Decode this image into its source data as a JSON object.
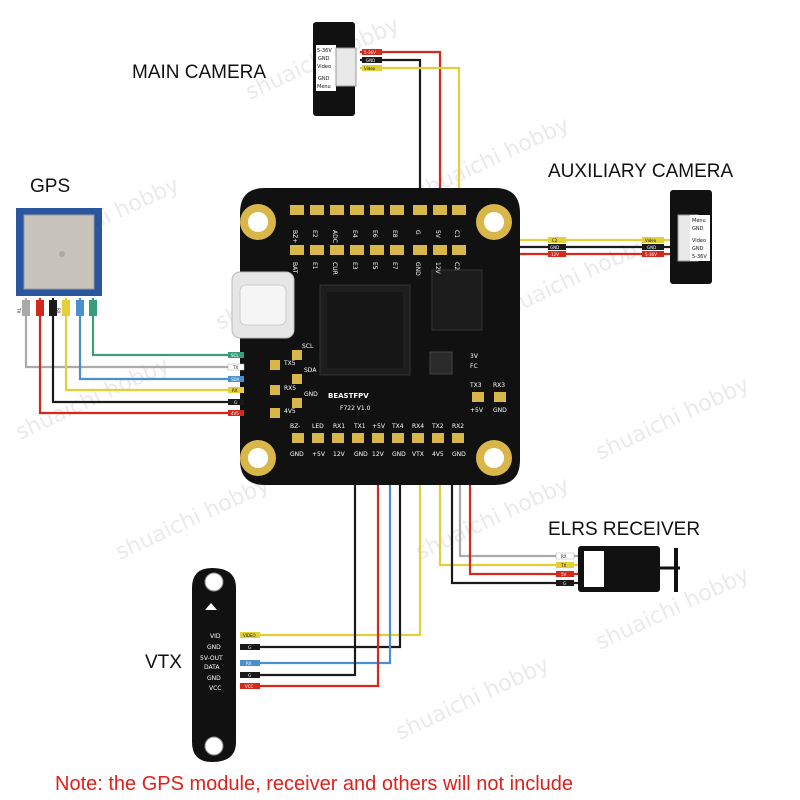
{
  "labels": {
    "main_camera": "MAIN CAMERA",
    "aux_camera": "AUXILIARY CAMERA",
    "gps": "GPS",
    "elrs": "ELRS RECEIVER",
    "vtx": "VTX"
  },
  "note": "Note: the GPS module, receiver and others will not include",
  "watermark": "shuaichi hobby",
  "board": {
    "brand": "BEASTFPV",
    "model": "F722 V1.0",
    "top_row_1": [
      "BZ+",
      "E2",
      "E4",
      "E6",
      "E8",
      "5V",
      "C1"
    ],
    "top_row_1b": [
      "ADC",
      "CUR",
      "G"
    ],
    "top_row_2": [
      "BAT",
      "E1",
      "E3",
      "E5",
      "E7",
      "GND",
      "C2"
    ],
    "top_row_2b": [
      "12V"
    ],
    "left_pads": [
      "TX5",
      "RX5",
      "4V5"
    ],
    "i2c_pads": [
      "SCL",
      "SDA",
      "GND"
    ],
    "right_pads": [
      "TX3",
      "RX3",
      "+5V",
      "GND"
    ],
    "bottom_row_top": [
      "BZ-",
      "LED",
      "RX1",
      "TX1",
      "+5V",
      "TX4",
      "RX4",
      "TX2",
      "RX2"
    ],
    "bottom_row_bottom": [
      "GND",
      "+5V",
      "12V",
      "GND",
      "12V",
      "GND",
      "VTX",
      "4V5",
      "GND"
    ],
    "indicator": [
      "3V",
      "FC"
    ]
  },
  "main_cam_pins": [
    "5-36V",
    "GND",
    "Video",
    "GND",
    "Menu"
  ],
  "main_cam_tags": [
    "5-36V",
    "GND",
    "Video"
  ],
  "aux_cam_pins": [
    "Menu",
    "GND",
    "Video",
    "GND",
    "5-36V"
  ],
  "aux_cam_tags": [
    "C2",
    "GND",
    "12V"
  ],
  "aux_cam_tags_right": [
    "Video",
    "GND",
    "5-36V"
  ],
  "gps_pins": [
    "SCL",
    "TX",
    "SDA",
    "RX",
    "G",
    "4V5"
  ],
  "gps_tags": [
    "SCL",
    "TX",
    "SDA",
    "RX",
    "G",
    "4V5"
  ],
  "elrs_pins": [
    "RX",
    "TX",
    "5V",
    "G"
  ],
  "elrs_tags": [
    "RX",
    "TX",
    "5V",
    "G"
  ],
  "vtx_pins": [
    "VID",
    "GND",
    "5V-OUT",
    "DATA",
    "GND",
    "VCC"
  ],
  "vtx_tags": [
    "VIDEO",
    "G",
    "",
    "RX",
    "G",
    "VCC"
  ],
  "colors": {
    "red": "#d42a1e",
    "black": "#1a1a1a",
    "yellow": "#e3cf3a",
    "blue": "#4a90d0",
    "white": "#aaaaaa",
    "green": "#3a9c7a",
    "board": "#111111",
    "gold": "#d8b64a"
  }
}
